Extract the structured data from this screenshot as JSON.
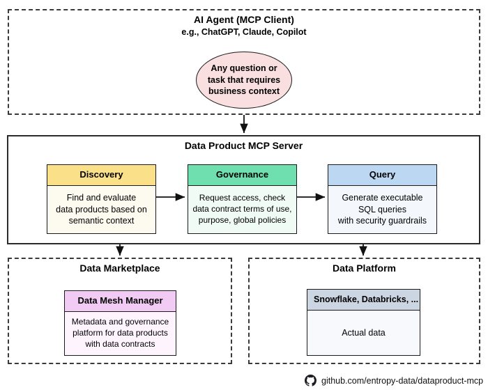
{
  "diagram": {
    "agent_group": {
      "title": "AI Agent (MCP Client)",
      "subtitle": "e.g., ChatGPT, Claude, Copilot",
      "bubble_text": "Any question or\ntask that requires\nbusiness context",
      "bubble_color": "#fadfe0"
    },
    "server_group": {
      "title": "Data Product MCP Server",
      "cards": [
        {
          "name": "discovery",
          "header": "Discovery",
          "body": "Find and evaluate\ndata products based on\nsemantic context",
          "header_color": "#fbe08a",
          "body_color": "#fdfbef"
        },
        {
          "name": "governance",
          "header": "Governance",
          "body": "Request access, check\ndata contract terms of use,\npurpose, global policies",
          "header_color": "#6fdfb0",
          "body_color": "#f0fbf5"
        },
        {
          "name": "query",
          "header": "Query",
          "body": "Generate executable\nSQL queries\nwith security guardrails",
          "header_color": "#bcd7f2",
          "body_color": "#f4f8fd"
        }
      ]
    },
    "marketplace_group": {
      "title": "Data Marketplace",
      "card": {
        "name": "data-mesh-manager",
        "header": "Data Mesh Manager",
        "body": "Metadata and governance\nplatform for data products\nwith data contracts",
        "header_color": "#f2cbf5",
        "body_color": "#fdf4fe"
      }
    },
    "platform_group": {
      "title": "Data Platform",
      "card": {
        "name": "data-platform-store",
        "header": "Snowflake, Databricks, ...",
        "body": "Actual data",
        "header_color": "#ccd5e2",
        "body_color": "#f7f9fc"
      }
    },
    "footer": {
      "icon": "github-icon",
      "url": "github.com/entropy-data/dataproduct-mcp"
    },
    "colors": {
      "stroke": "#1a1a1a",
      "dashed_stroke": "#3a3a3a",
      "background": "#ffffff"
    }
  }
}
